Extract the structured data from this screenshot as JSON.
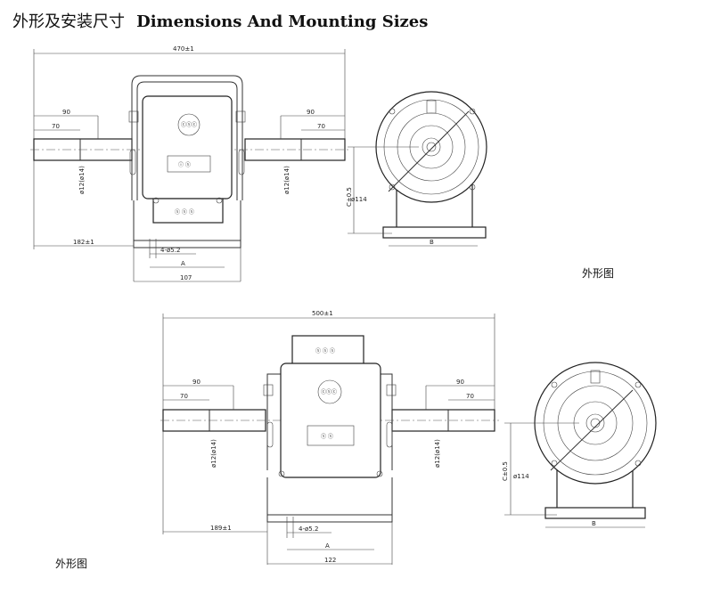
{
  "header": {
    "title_cn": "外形及安装尺寸",
    "title_en": "Dimensions And Mounting Sizes"
  },
  "top_drawing": {
    "caption": "外形图",
    "overall_length": "470±1",
    "shaft_left_len_90": "90",
    "shaft_left_len_70": "70",
    "shaft_right_len_90": "90",
    "shaft_right_len_70": "70",
    "shaft_dia_left": "ø12(ø14)",
    "shaft_dia_right": "ø12(ø14)",
    "offset": "182±1",
    "holes": "4-ø5.2",
    "mount_a": "A",
    "mount_width": "107",
    "plate_round": "ⓒⓢⓒ",
    "plate_rect": "ⓘ ⓢ",
    "plate_bottom": "ⓢ ⓢ ⓢ",
    "end_center_height": "C±0.5",
    "end_dia": "ø114",
    "end_b": "B"
  },
  "bottom_drawing": {
    "caption": "外形图",
    "overall_length": "500±1",
    "shaft_left_len_90": "90",
    "shaft_left_len_70": "70",
    "shaft_right_len_90": "90",
    "shaft_right_len_70": "70",
    "shaft_dia_left": "ø12(ø14)",
    "shaft_dia_right": "ø12(ø14)",
    "offset": "189±1",
    "holes": "4-ø5.2",
    "mount_a": "A",
    "mount_width": "122",
    "plate_top": "ⓢ ⓢ ⓢ",
    "plate_round": "ⓒⓢⓒ",
    "plate_rect": "ⓢ ⓢ",
    "end_center_height": "C±0.5",
    "end_dia": "ø114",
    "end_b": "B"
  }
}
